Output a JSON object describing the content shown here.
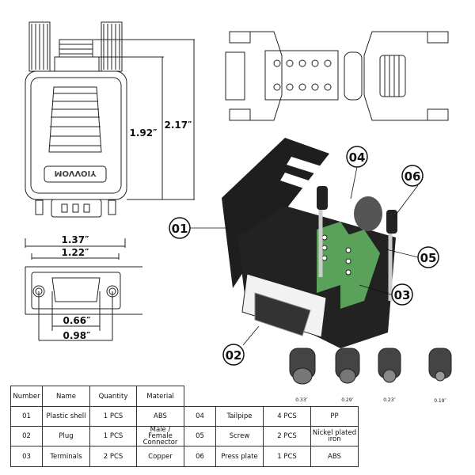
{
  "front_view": {
    "logo": "YIOVVOM",
    "dim_height_total": "2.17″",
    "dim_height_body": "1.92″"
  },
  "end_view": {
    "dim_outer_width": "1.37″",
    "dim_flange_width": "1.22″",
    "dim_shell_width": "0.66″",
    "dim_screw_spacing": "0.98″"
  },
  "callouts": [
    "01",
    "02",
    "03",
    "04",
    "05",
    "06"
  ],
  "grommets": [
    {
      "size": "0.33″"
    },
    {
      "size": "0.29″"
    },
    {
      "size": "0.23″"
    },
    {
      "size": "0.19″"
    }
  ],
  "colors": {
    "shell": "#1e1e1e",
    "terminal_block": "#5aa25a",
    "grommet": "#444444",
    "line": "#222222"
  },
  "table": {
    "headers": [
      "Number",
      "Name",
      "Quantity",
      "Material"
    ],
    "rows": [
      [
        "01",
        "Plastic shell",
        "1 PCS",
        "ABS",
        "04",
        "Tailpipe",
        "4 PCS",
        "PP"
      ],
      [
        "02",
        "Plug",
        "1 PCS",
        "Male / Female Connector",
        "05",
        "Screw",
        "2 PCS",
        "Nickel plated iron"
      ],
      [
        "03",
        "Terminals",
        "2 PCS",
        "Copper",
        "06",
        "Press plate",
        "1 PCS",
        "ABS"
      ]
    ]
  }
}
